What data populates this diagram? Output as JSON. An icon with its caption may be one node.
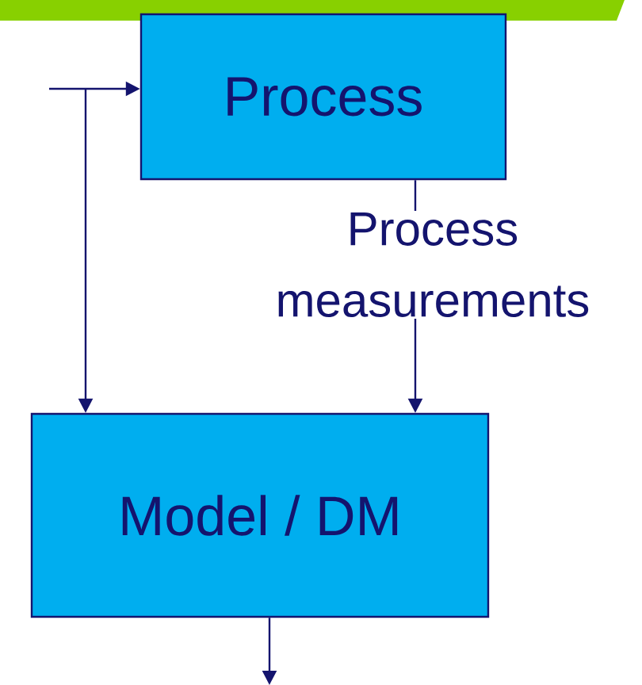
{
  "diagram": {
    "nodes": [
      {
        "text": [
          "Process"
        ]
      },
      {
        "text": [
          "Model / DM"
        ]
      }
    ],
    "edges": [
      {
        "from": null,
        "to": 0,
        "arrow": "to"
      },
      {
        "from": null,
        "to": 1,
        "arrow": "to"
      },
      {
        "from": 0,
        "to": 1,
        "arrow": "to",
        "label": "Process measurements"
      },
      {
        "from": 1,
        "to": null,
        "arrow": "to"
      }
    ]
  }
}
